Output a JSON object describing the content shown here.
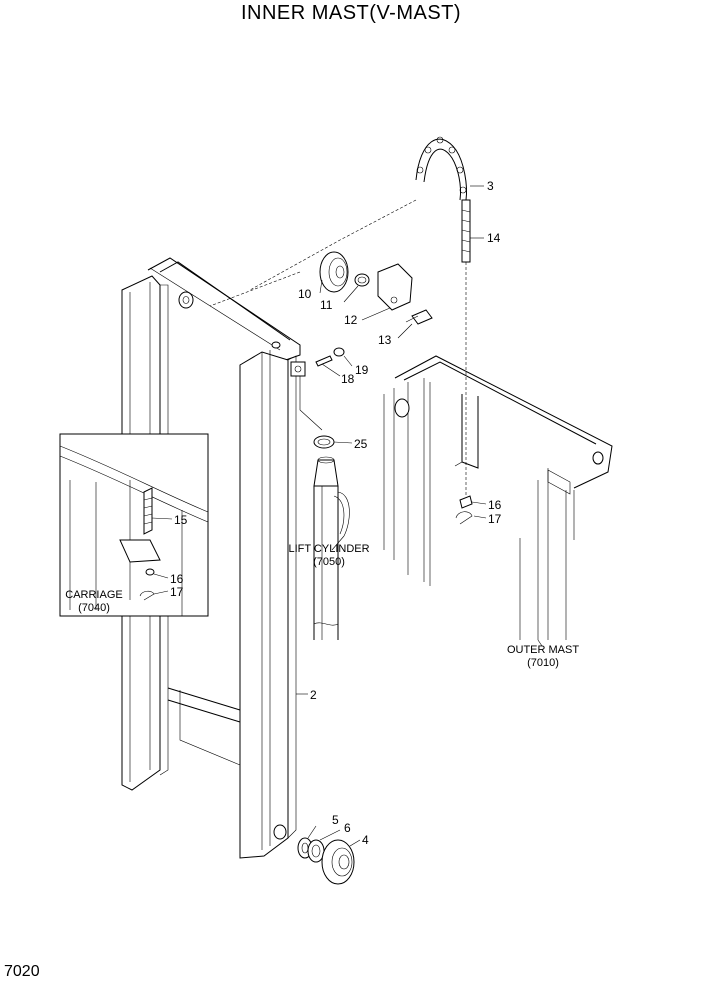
{
  "title": "INNER MAST(V-MAST)",
  "page_number": "7020",
  "callouts": {
    "n2": "2",
    "n3": "3",
    "n4": "4",
    "n5": "5",
    "n6": "6",
    "n10": "10",
    "n11": "11",
    "n12": "12",
    "n13": "13",
    "n14": "14",
    "n15": "15",
    "n16a": "16",
    "n16b": "16",
    "n17a": "17",
    "n17b": "17",
    "n18": "18",
    "n19": "19",
    "n25": "25"
  },
  "references": {
    "lift_cylinder": "LIFT CYLINDER",
    "lift_cylinder_code": "(7050)",
    "carriage": "CARRIAGE",
    "carriage_code": "(7040)",
    "outer_mast": "OUTER MAST",
    "outer_mast_code": "(7010)"
  }
}
